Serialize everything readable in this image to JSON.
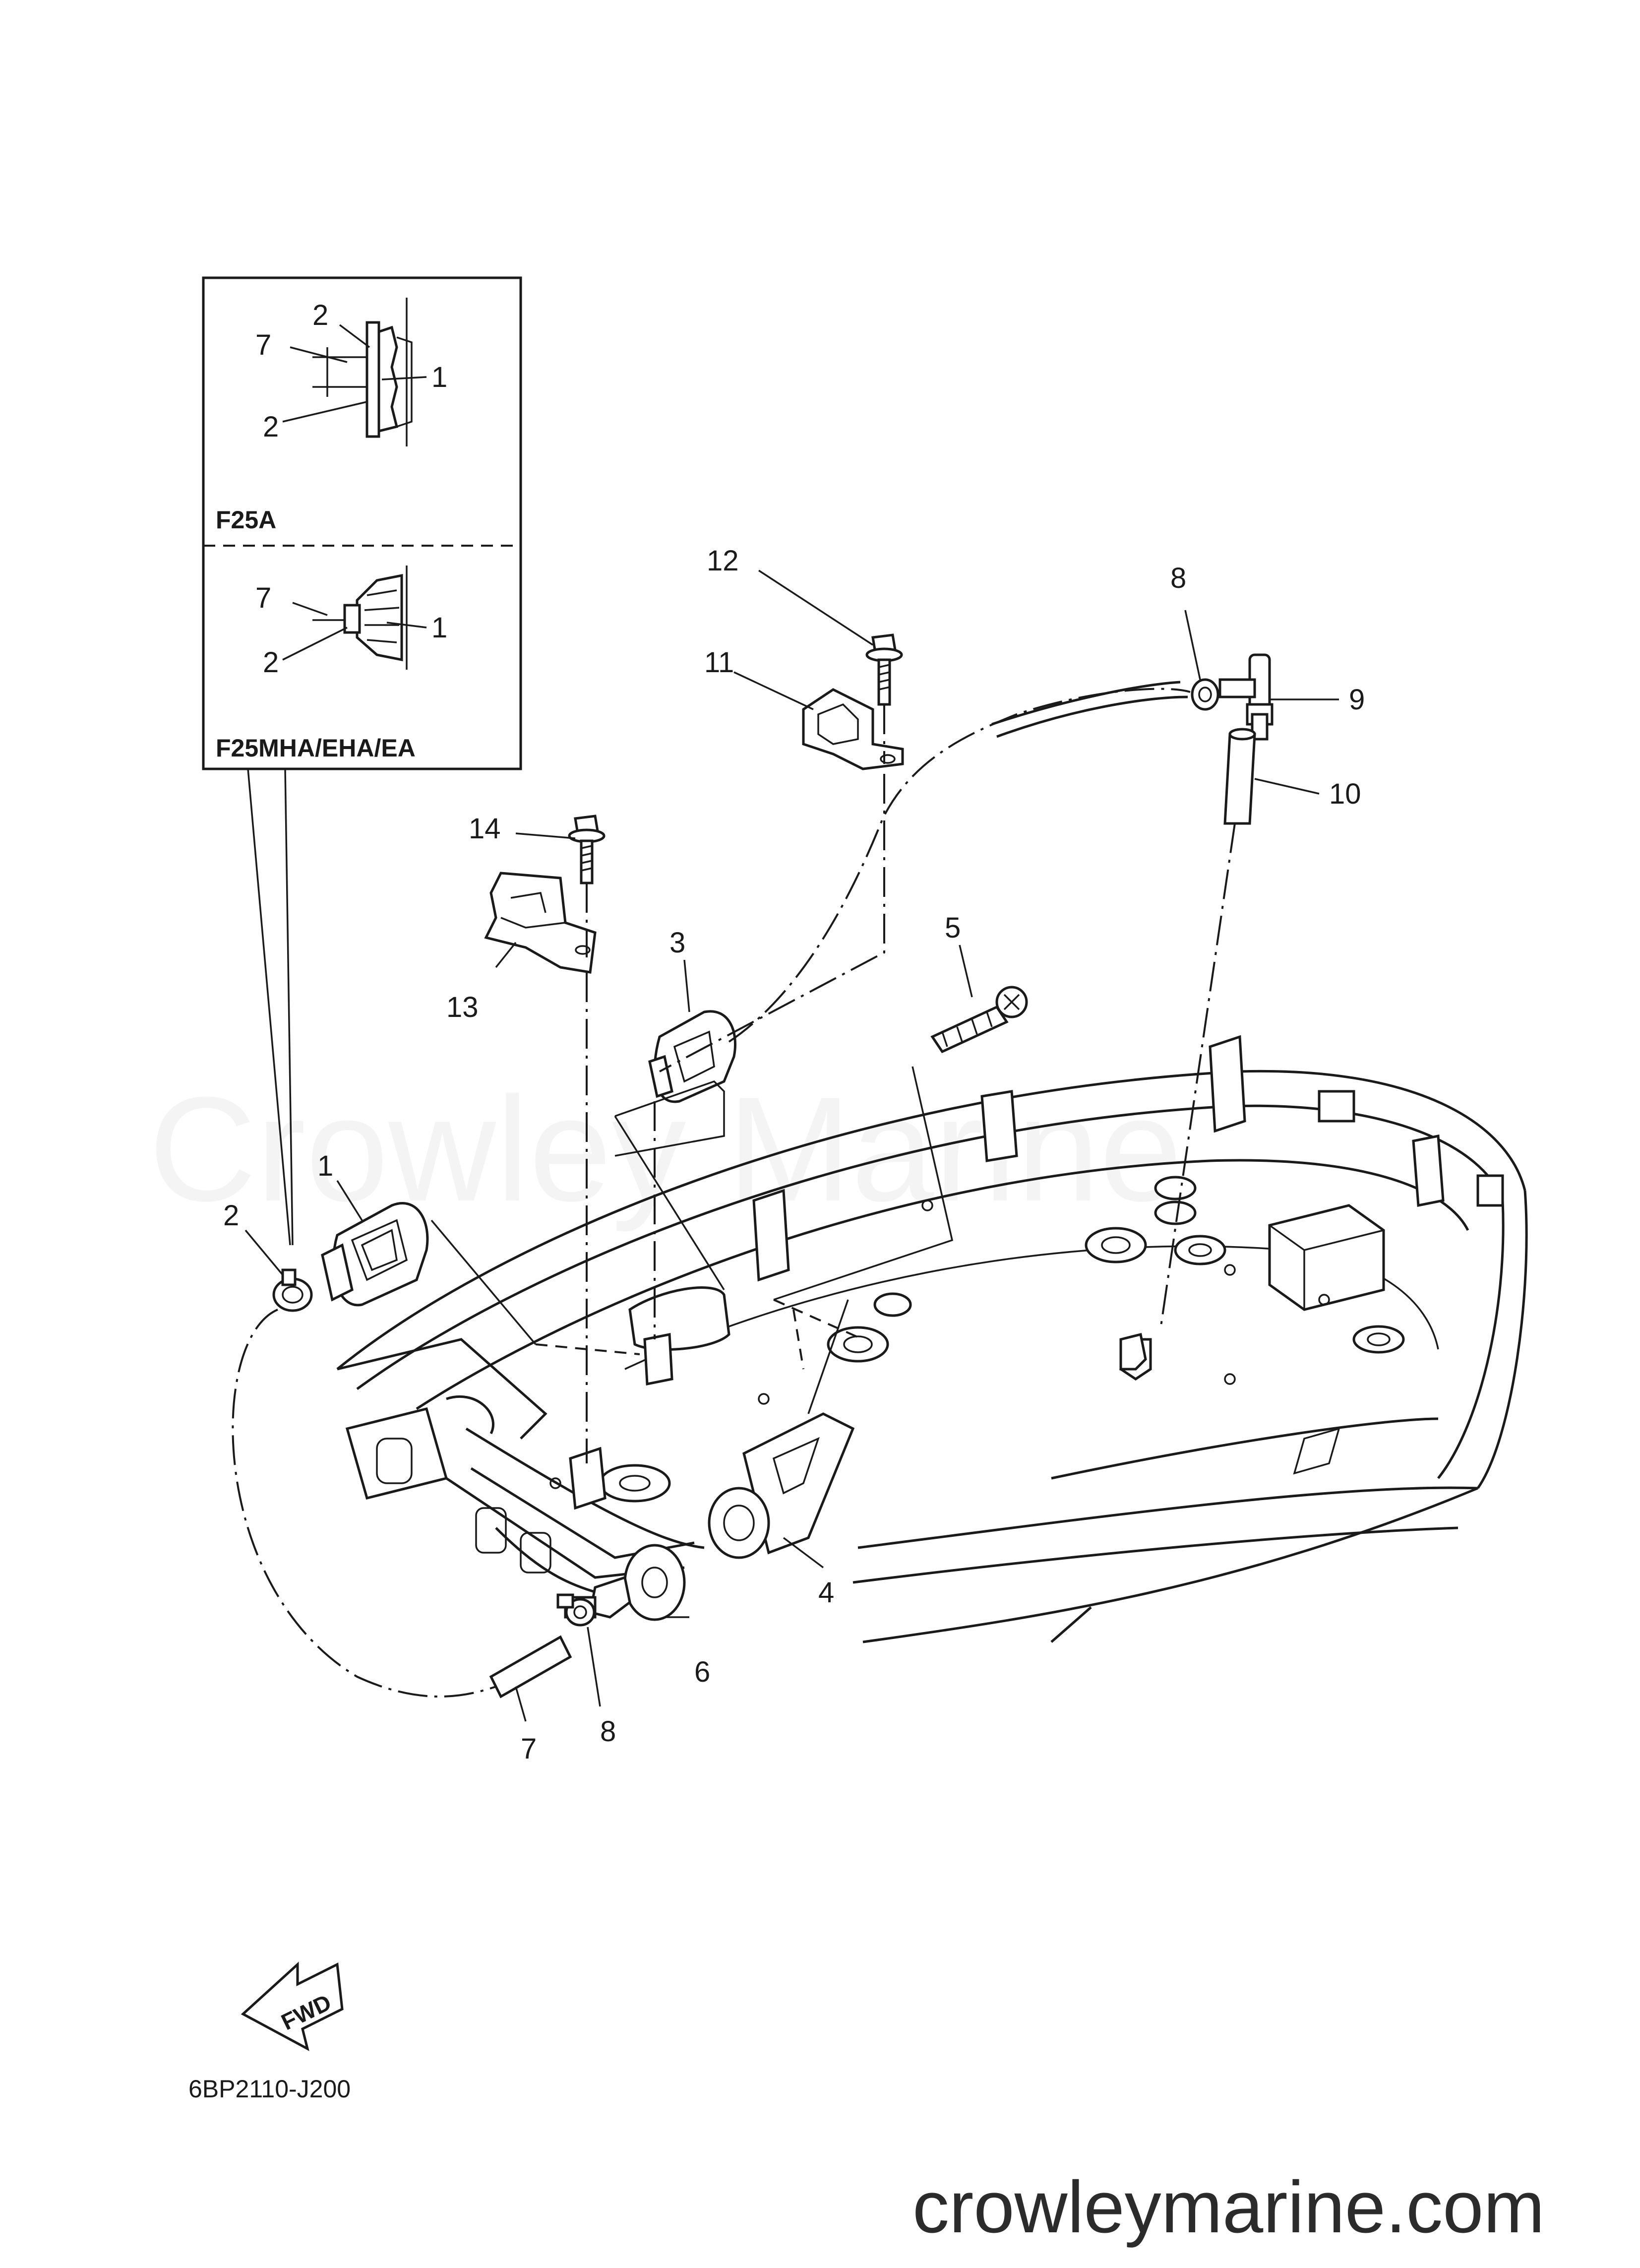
{
  "watermark": "Crowley Marine",
  "website": "crowleymarine.com",
  "diagram_code": "6BP2110-J200",
  "fwd_arrow_label": "FWD",
  "insets": [
    {
      "label": "F25A",
      "callouts": [
        "1",
        "2",
        "2",
        "7"
      ]
    },
    {
      "label": "F25MHA/EHA/EA",
      "callouts": [
        "1",
        "2",
        "7"
      ]
    }
  ],
  "callouts": [
    "1",
    "2",
    "3",
    "4",
    "5",
    "6",
    "7",
    "8",
    "8",
    "9",
    "10",
    "11",
    "12",
    "13",
    "14"
  ]
}
